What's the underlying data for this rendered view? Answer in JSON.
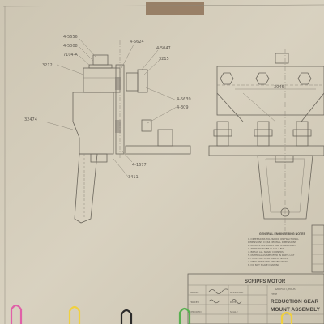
{
  "drawing": {
    "side_view_callouts": [
      "4-5656",
      "4-5008",
      "7104-A",
      "3212",
      "32474",
      "4-5624",
      "4-5047",
      "3215",
      "4-5639",
      "4-309",
      "4-1677",
      "3411"
    ],
    "front_view_callouts": [
      "3046"
    ],
    "notes": {
      "title": "GENERAL ENGINEERING NOTES",
      "lines": [
        "1. DIMENSIONS TOLERANCE ON FRACTIONAL",
        "   DIMENSIONS ±1/64 DECIMAL DIMENSIONS",
        "2. REMOVE ALL BURRS AND SHARP EDGES",
        "3. THREADS TO BE CLASS 2 FIT",
        "4. BREAK ALL SHARP CORNERS",
        "5. MATERIAL AS SPECIFIED IN PARTS LIST",
        "6. FINISH ALL OVER UNLESS NOTED",
        "7. HEAT TREAT PER SPECIFICATION",
        "8. DO NOT SCALE DRAWING"
      ]
    },
    "title_block": {
      "company": "SCRIPPS MOTOR",
      "location": "DETROIT, MICH.",
      "title_label": "TITLE",
      "title_line1": "REDUCTION GEAR",
      "title_line2": "MOUNT ASSEMBLY",
      "cells": [
        "DRAWN",
        "TRACED",
        "CHECKED",
        "APPROVED",
        "DATE",
        "SCALE"
      ]
    }
  },
  "colors": {
    "paper": "#d6cfbd",
    "line": "#6b665c",
    "tape": "#8a6d52",
    "clip_colors": [
      "#e060a8",
      "#f0d040",
      "#2b2b2b",
      "#58b050",
      "#f0d040"
    ]
  }
}
